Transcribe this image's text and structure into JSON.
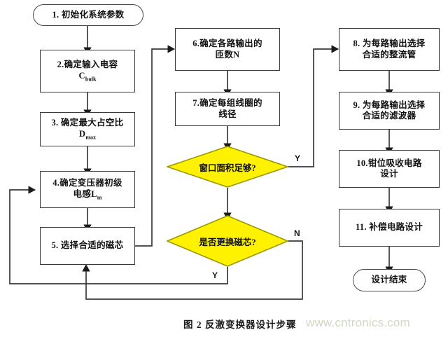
{
  "figure": {
    "caption": "图 2 反激变换器设计步骤",
    "watermark": "www.cntronics.com",
    "colors": {
      "decision_fill": "#FFF200",
      "decision_stroke": "#9a9a00",
      "box_stroke": "#3a3a3a",
      "line": "#3a3a3a",
      "text": "#111111",
      "watermark": "#cfd9c2",
      "background": "#ffffff"
    }
  },
  "nodes": {
    "start": {
      "label": "1. 初始化系统参数",
      "shape": "terminator"
    },
    "step2": {
      "line1": "2.确定输入电容",
      "line2_main": "C",
      "line2_sub": "bulk",
      "shape": "process"
    },
    "step3": {
      "line1": "3. 确定最大占空比",
      "line2_main": "D",
      "line2_sub": "max",
      "shape": "process"
    },
    "step4": {
      "line1": "4.确定变压器初级",
      "line2_main": "电感L",
      "line2_sub": "m",
      "shape": "process"
    },
    "step5": {
      "line1": "5. 选择合适的磁芯",
      "shape": "process"
    },
    "step6": {
      "line1": "6.确定各路输出的",
      "line2": "匝数N",
      "shape": "process"
    },
    "step7": {
      "line1": "7.确定每组线圈的",
      "line2": "线径",
      "shape": "process"
    },
    "dec1": {
      "label": "窗口面积足够?",
      "shape": "decision"
    },
    "dec2": {
      "label": "是否更换磁芯?",
      "shape": "decision"
    },
    "step8": {
      "line1": "8. 为每路输出选择",
      "line2": "合适的整流管",
      "shape": "process"
    },
    "step9": {
      "line1": "9. 为每路输出选择",
      "line2": "合适的滤波器",
      "shape": "process"
    },
    "step10": {
      "line1": "10.钳位吸收电路",
      "line2": "设计",
      "shape": "process"
    },
    "step11": {
      "line1": "11. 补偿电路设计",
      "shape": "process"
    },
    "end": {
      "label": "设计结束",
      "shape": "terminator"
    }
  },
  "branch_labels": {
    "dec1_yes": "Y",
    "dec2_no": "N",
    "dec2_yes": "Y"
  }
}
